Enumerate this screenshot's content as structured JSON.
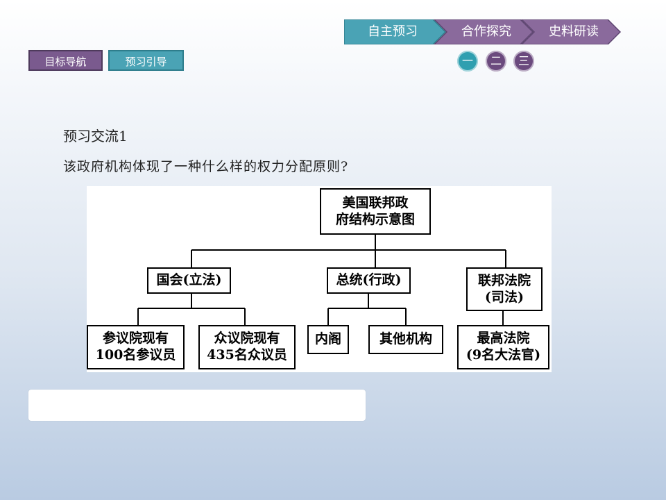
{
  "nav": {
    "steps": [
      "自主预习",
      "合作探究",
      "史料研读"
    ],
    "tabs": [
      "目标导航",
      "预习引导"
    ],
    "pages": [
      "一",
      "二",
      "三"
    ]
  },
  "question": {
    "title": "预习交流1",
    "text": "该政府机构体现了一种什么样的权力分配原则?"
  },
  "diagram": {
    "root": "美国联邦政\n府结构示意图",
    "branches": {
      "legislative": "国会(立法)",
      "executive": "总统(行政)",
      "judicial": "联邦法院\n(司法)"
    },
    "leaves": {
      "senate": "参议院现有\n100名参议员",
      "house": "众议院现有\n435名众议员",
      "cabinet": "内阁",
      "other_agencies": "其他机构",
      "supreme_court": "最高法院\n(9名大法官)"
    }
  },
  "colors": {
    "step_active": "#4aa3b5",
    "step_inactive": "#8a6a9c",
    "tab_purple": "#7a5a8e",
    "tab_teal": "#4aa3b5"
  }
}
